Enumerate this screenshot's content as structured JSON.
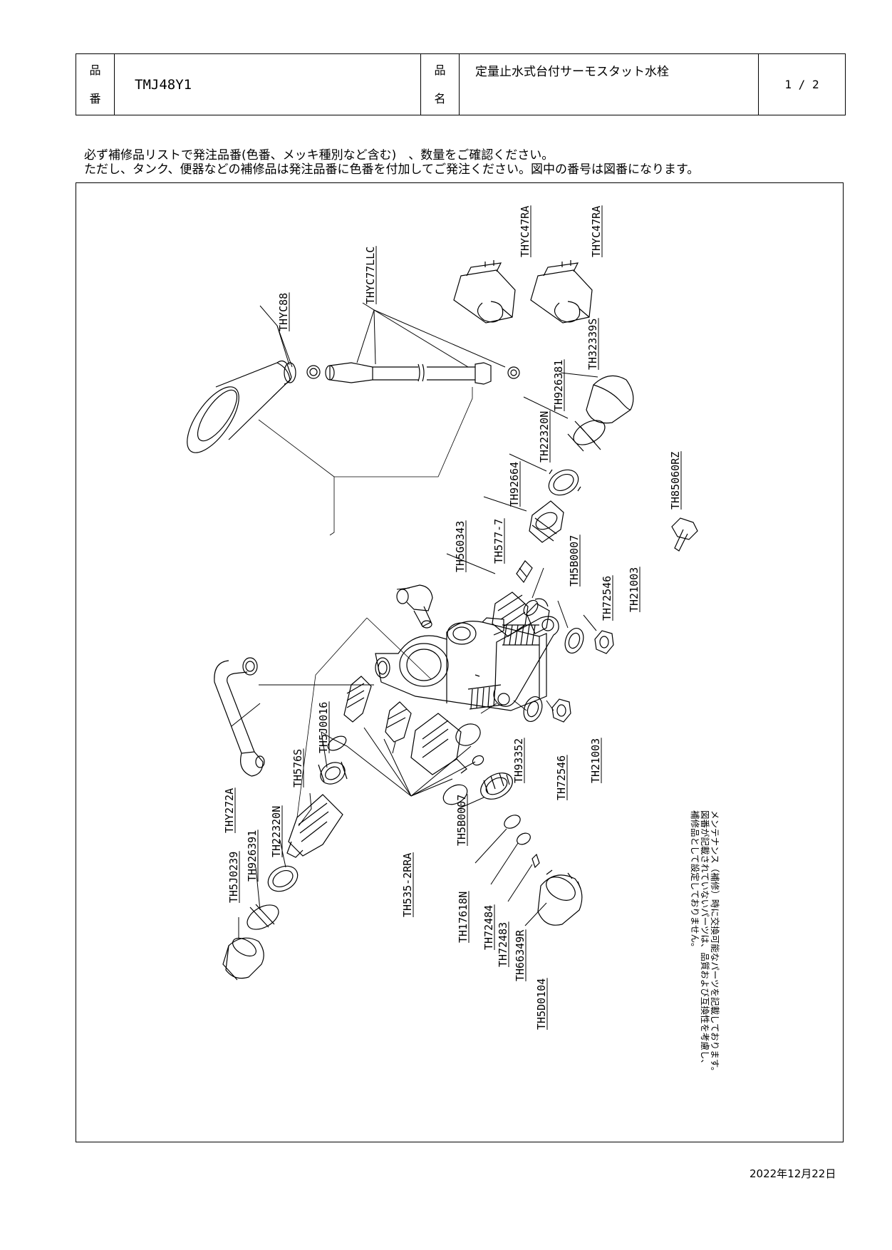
{
  "header": {
    "product_number_label": [
      "品",
      "番"
    ],
    "product_number": "TMJ48Y1",
    "product_name_label": [
      "品",
      "名"
    ],
    "product_name": "定量止水式台付サーモスタット水栓",
    "page": "1 / 2"
  },
  "notice": {
    "line1": "必ず補修品リストで発注品番(色番、メッキ種別など含む)　、数量をご確認ください。",
    "line2": "ただし、タンク、便器などの補修品は発注品番に色番を付加してご発注ください。図中の番号は図番になります。"
  },
  "parts": [
    {
      "id": "THYC47RA-1",
      "label": "THYC47RA"
    },
    {
      "id": "THYC47RA-2",
      "label": "THYC47RA"
    },
    {
      "id": "THYC77LLC",
      "label": "THYC77LLC"
    },
    {
      "id": "THYC88",
      "label": "THYC88"
    },
    {
      "id": "TH32339S",
      "label": "TH32339S"
    },
    {
      "id": "TH926381",
      "label": "TH926381"
    },
    {
      "id": "TH22320N-a",
      "label": "TH22320N"
    },
    {
      "id": "TH92664",
      "label": "TH92664"
    },
    {
      "id": "TH85060RZ",
      "label": "TH85060RZ"
    },
    {
      "id": "TH5G0343",
      "label": "TH5G0343"
    },
    {
      "id": "TH577-7",
      "label": "TH577-7"
    },
    {
      "id": "TH5B0007-a",
      "label": "TH5B0007"
    },
    {
      "id": "TH72546-a",
      "label": "TH72546"
    },
    {
      "id": "TH21003-a",
      "label": "TH21003"
    },
    {
      "id": "TH5J0016",
      "label": "TH5J0016"
    },
    {
      "id": "TH93352",
      "label": "TH93352"
    },
    {
      "id": "TH72546-b",
      "label": "TH72546"
    },
    {
      "id": "TH21003-b",
      "label": "TH21003"
    },
    {
      "id": "THY272A",
      "label": "THY272A"
    },
    {
      "id": "TH5B0007-b",
      "label": "TH5B0007"
    },
    {
      "id": "TH576S",
      "label": "TH576S"
    },
    {
      "id": "TH22320N-b",
      "label": "TH22320N"
    },
    {
      "id": "TH926391",
      "label": "TH926391"
    },
    {
      "id": "TH5J0239",
      "label": "TH5J0239"
    },
    {
      "id": "TH535-2RRA",
      "label": "TH535-2RRA"
    },
    {
      "id": "TH17618N",
      "label": "TH17618N"
    },
    {
      "id": "TH72484",
      "label": "TH72484"
    },
    {
      "id": "TH72483",
      "label": "TH72483"
    },
    {
      "id": "TH66349R",
      "label": "TH66349R"
    },
    {
      "id": "TH5D0104",
      "label": "TH5D0104"
    }
  ],
  "maintenance_note": {
    "line1": "メンテナンス（補修）時に交換可能なパーツを記載しております。",
    "line2": "図番が記載されていないパーツは、品質および互換性を考慮し、",
    "line3": "補修品として設定しておりません。"
  },
  "date": "2022年12月22日"
}
